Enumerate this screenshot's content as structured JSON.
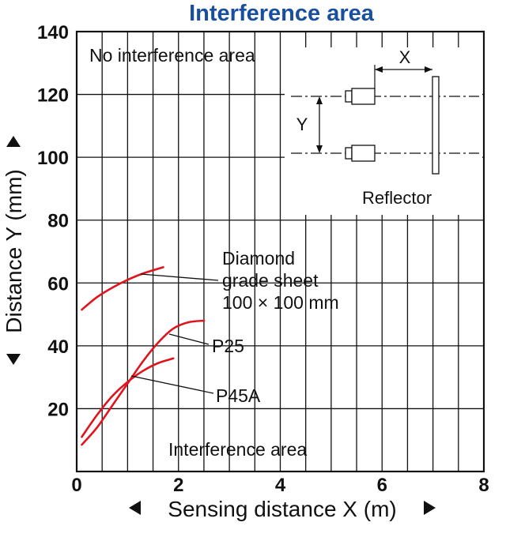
{
  "chart_data": {
    "type": "line",
    "title": "Interference area",
    "xlabel": "Sensing distance X (m)",
    "ylabel": "Distance Y (mm)",
    "xlim": [
      0,
      8
    ],
    "ylim": [
      0,
      140
    ],
    "x_ticks": [
      0,
      2,
      4,
      6,
      8
    ],
    "y_ticks": [
      20,
      40,
      60,
      80,
      100,
      120,
      140
    ],
    "grid": true,
    "region_labels": {
      "upper": "No interference area",
      "lower": "Interference area"
    },
    "series": [
      {
        "name_lines": [
          "Diamond",
          "grade sheet",
          "100 × 100 mm"
        ],
        "color": "#e0141e",
        "points": [
          [
            0.1,
            51.5
          ],
          [
            0.4,
            55.5
          ],
          [
            0.7,
            58.5
          ],
          [
            1.0,
            61
          ],
          [
            1.3,
            63
          ],
          [
            1.7,
            65
          ]
        ]
      },
      {
        "name": "P25",
        "color": "#e0141e",
        "points": [
          [
            0.1,
            8.5
          ],
          [
            0.4,
            14
          ],
          [
            0.7,
            21
          ],
          [
            1.0,
            28
          ],
          [
            1.3,
            35
          ],
          [
            1.6,
            41
          ],
          [
            1.9,
            45.5
          ],
          [
            2.2,
            47.5
          ],
          [
            2.5,
            48
          ]
        ]
      },
      {
        "name": "P45A",
        "color": "#e0141e",
        "points": [
          [
            0.1,
            11
          ],
          [
            0.4,
            18
          ],
          [
            0.7,
            24
          ],
          [
            1.0,
            28.5
          ],
          [
            1.3,
            32
          ],
          [
            1.6,
            34.5
          ],
          [
            1.9,
            36
          ]
        ]
      }
    ],
    "inset": {
      "x_label": "X",
      "y_label": "Y",
      "reflector_label": "Reflector"
    }
  }
}
